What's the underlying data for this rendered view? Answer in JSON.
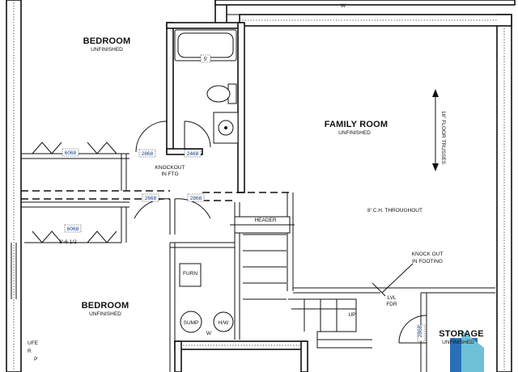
{
  "rooms": {
    "bedroom_top": {
      "name": "BEDROOM",
      "status": "UNFINISHED"
    },
    "bedroom_bottom": {
      "name": "BEDROOM",
      "status": "UNFINISHED"
    },
    "family_room": {
      "name": "FAMILY ROOM",
      "status": "UNFINISHED"
    },
    "storage": {
      "name": "STORAGE",
      "status": "UNFINISHED"
    }
  },
  "door_tags": {
    "window_top": "6068",
    "window_bottom": "6068",
    "bath_left": "2868",
    "bath_right": "2468",
    "hall_left": "2668",
    "hall_right": "2868",
    "storage_door": "2868"
  },
  "notes": {
    "bath_width": "5'",
    "knockout_ftg": "KNOCKOUT\nIN FTG",
    "knockout_footing": "KNOCK OUT\nIN FOOTING",
    "floor_trusses": "16\" FLOOR TRUSSES",
    "ceiling": "8' C.H. THROUGHOUT",
    "header": "HEADER",
    "bedroom_dim": "8'-6 1/2",
    "lvl_fdr": "LVL\nFDR",
    "stair_dir": "UP",
    "furnace": "FURN",
    "sump": "SUMP",
    "water_heater": "H/W",
    "w_bottom": "W",
    "w_top": "W",
    "egress_fragment": "UFE\nR\nP"
  },
  "colors": {
    "logo_blue": "#2a6fb5",
    "logo_teal": "#6fbfd6",
    "tag_text": "#0d3d8a"
  }
}
